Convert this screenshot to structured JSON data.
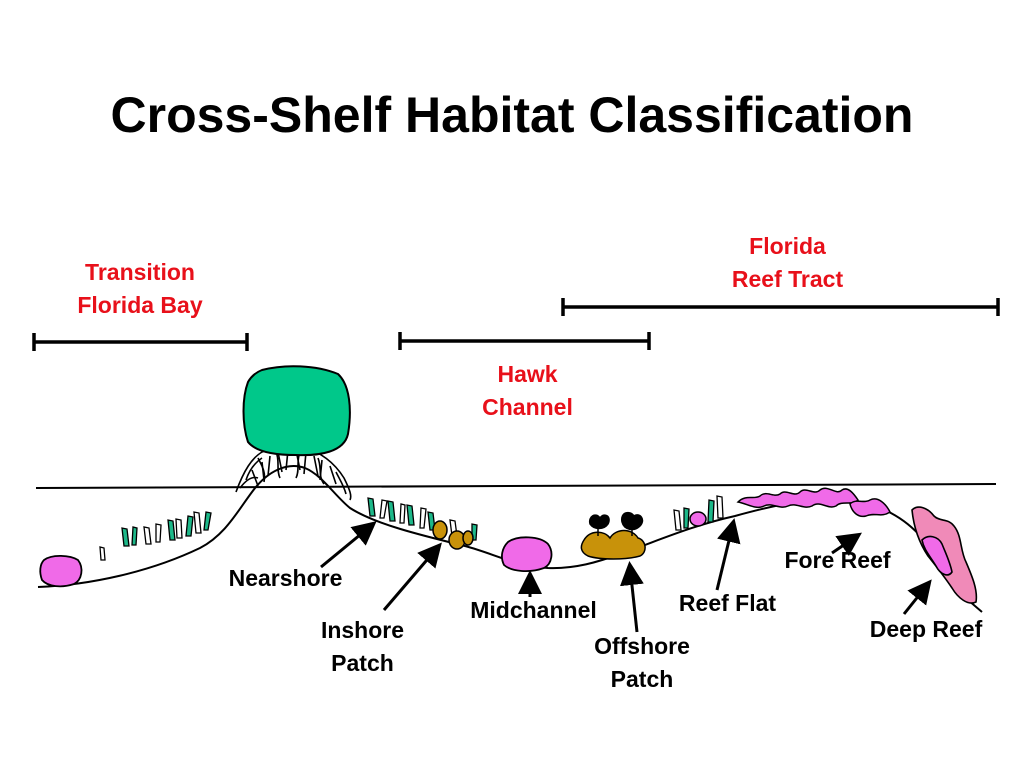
{
  "title": "Cross-Shelf Habitat Classification",
  "colors": {
    "zone_label": "#e8101a",
    "island": "#00c88a",
    "seagrass": "#1db889",
    "coral_pink": "#f06ae8",
    "reef_tract_coral": "#f08ab8",
    "patch_reef": "#c8920a"
  },
  "zones": {
    "transition": "Transition\nFlorida Bay",
    "hawk": "Hawk\nChannel",
    "reef_tract": "Florida\nReef Tract"
  },
  "habitats": {
    "nearshore": "Nearshore",
    "inshore": "Inshore\nPatch",
    "midchannel": "Midchannel",
    "offshore": "Offshore\nPatch",
    "reef_flat": "Reef Flat",
    "fore_reef": "Fore Reef",
    "deep_reef": "Deep Reef"
  }
}
